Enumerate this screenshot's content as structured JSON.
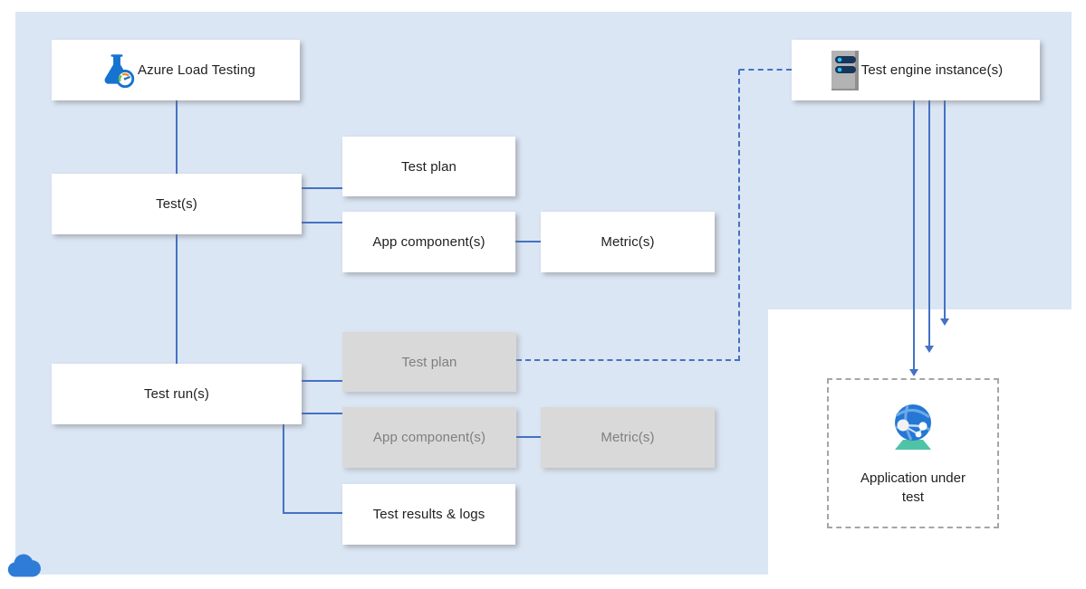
{
  "diagram": {
    "title_context": "Azure Load Testing architecture",
    "nodes": {
      "azure_load_testing": {
        "label": "Azure Load Testing",
        "icon": "load-testing-flask-icon"
      },
      "test_engine": {
        "label": "Test engine instance(s)",
        "icon": "server-icon"
      },
      "tests": {
        "label": "Test(s)"
      },
      "test_plan": {
        "label": "Test plan"
      },
      "app_components": {
        "label": "App component(s)"
      },
      "metrics": {
        "label": "Metric(s)"
      },
      "test_runs": {
        "label": "Test run(s)"
      },
      "test_plan_run": {
        "label": "Test plan",
        "state": "disabled-gray"
      },
      "app_components_run": {
        "label": "App component(s)",
        "state": "disabled-gray"
      },
      "metrics_run": {
        "label": "Metric(s)",
        "state": "disabled-gray"
      },
      "test_results": {
        "label": "Test results & logs"
      },
      "application_under_test": {
        "label": "Application under test",
        "icon": "globe-network-icon"
      }
    },
    "edges": [
      {
        "from": "azure_load_testing",
        "to": "tests",
        "style": "solid"
      },
      {
        "from": "tests",
        "to": "test_runs",
        "style": "solid"
      },
      {
        "from": "tests",
        "to": "test_plan",
        "style": "solid"
      },
      {
        "from": "tests",
        "to": "app_components",
        "style": "solid"
      },
      {
        "from": "app_components",
        "to": "metrics",
        "style": "solid"
      },
      {
        "from": "test_runs",
        "to": "test_plan_run",
        "style": "solid"
      },
      {
        "from": "test_runs",
        "to": "app_components_run",
        "style": "solid"
      },
      {
        "from": "app_components_run",
        "to": "metrics_run",
        "style": "solid"
      },
      {
        "from": "test_runs",
        "to": "test_results",
        "style": "solid-elbow"
      },
      {
        "from": "test_plan_run",
        "to": "test_engine",
        "style": "dashed-elbow"
      },
      {
        "from": "test_engine",
        "to": "application_under_test",
        "style": "solid-arrows",
        "count": 3
      }
    ],
    "icons": {
      "load-testing-flask-icon": "blue flask with gauge",
      "server-icon": "gray server with two status bars",
      "globe-network-icon": "blue globe with network nodes on teal base",
      "cloud-icon": "blue cloud, bottom-left corner"
    },
    "colors": {
      "canvas_background": "#dbe6f4",
      "connector_blue": "#4472c4",
      "box_white": "#ffffff",
      "box_gray": "#d9d9d9",
      "gray_text": "#7f7f7f",
      "dashed_border_gray": "#a6a6a6",
      "cloud_blue": "#2e7cd6",
      "flask_blue": "#1673cf",
      "server_bar_navy": "#16365c",
      "server_dot_cyan": "#30c3f0",
      "globe_base_teal": "#4ec3a6"
    }
  }
}
